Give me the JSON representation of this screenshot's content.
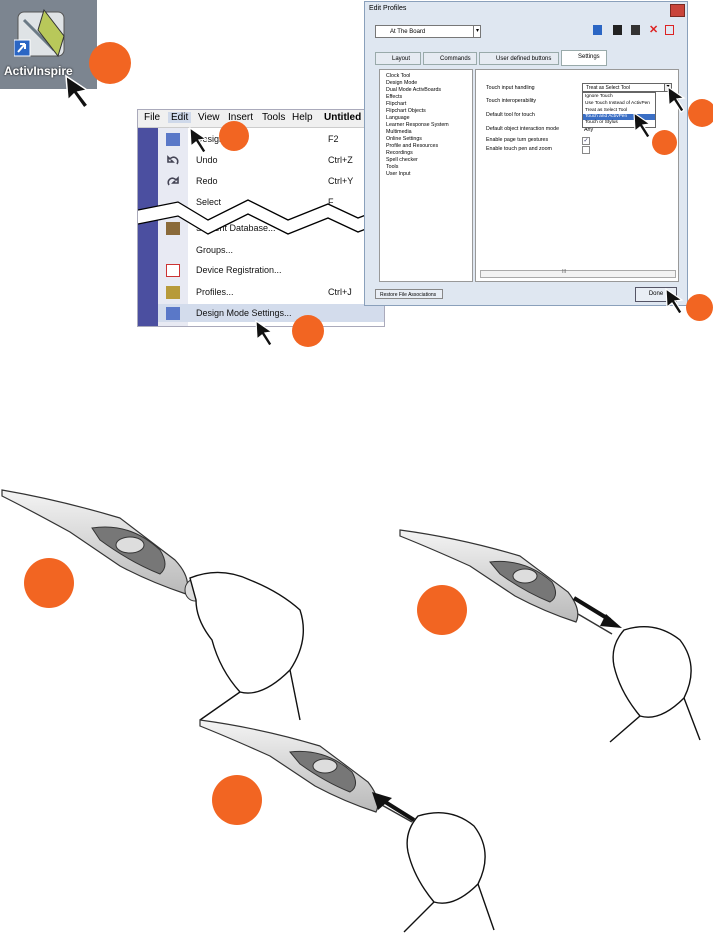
{
  "desktop": {
    "icon_label": "ActivInspire"
  },
  "menu": {
    "bar": [
      "File",
      "Edit",
      "View",
      "Insert",
      "Tools",
      "Help"
    ],
    "doc_title": "Untitled",
    "items": [
      {
        "label": "Design",
        "shortcut": "F2"
      },
      {
        "label": "Undo",
        "shortcut": "Ctrl+Z"
      },
      {
        "label": "Redo",
        "shortcut": "Ctrl+Y"
      },
      {
        "label": "Select",
        "shortcut": "F"
      },
      {
        "label": "Student Database...",
        "shortcut": ""
      },
      {
        "label": "Groups...",
        "shortcut": ""
      },
      {
        "label": "Device Registration...",
        "shortcut": ""
      },
      {
        "label": "Profiles...",
        "shortcut": "Ctrl+J"
      },
      {
        "label": "Design Mode Settings...",
        "shortcut": ""
      }
    ]
  },
  "dialog": {
    "title": "Edit Profiles",
    "profile": "At The Board",
    "tabs": [
      "Layout",
      "Commands",
      "User defined buttons",
      "Settings"
    ],
    "tree_items": [
      "Clock Tool",
      "Design Mode",
      "Dual Mode ActivBoards",
      "Effects",
      "Flipchart",
      "Flipchart Objects",
      "Language",
      "Learner Response System",
      "Multimedia",
      "Online Settings",
      "Profile and Resources",
      "Recordings",
      "Spell checker",
      "Tools",
      "User Input"
    ],
    "settings": [
      {
        "label": "Touch input handling"
      },
      {
        "label": "Touch interoperability"
      },
      {
        "label": "Default tool for touch"
      },
      {
        "label": "Default object interaction mode",
        "value": "Any"
      },
      {
        "label": "Enable page turn gestures",
        "checked": true
      },
      {
        "label": "Enable touch pen and zoom",
        "checked": false
      }
    ],
    "touch_select_value": "Treat as Select Tool",
    "dropdown_options": [
      "Ignore Touch",
      "Use Touch Instead of ActivPen",
      "Treat as Select Tool",
      "Touch and ActivPen",
      "Touch or Stylus"
    ],
    "dropdown_selected_index": 3,
    "assoc_button": "Restore File Associations",
    "done_button": "Done",
    "scroll_mark": "III"
  },
  "colors": {
    "callout": "#f26522",
    "menu_strip": "#4b4fa0",
    "highlight": "#3b6fc5"
  }
}
